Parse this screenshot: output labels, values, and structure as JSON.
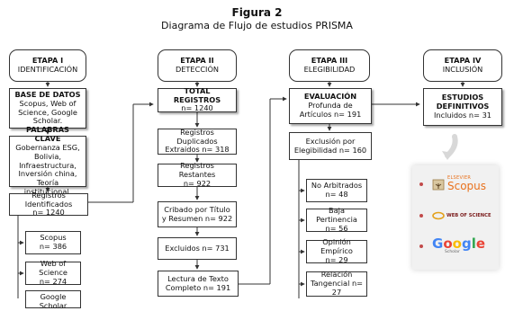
{
  "figure": {
    "label": "Figura 2",
    "title": "Diagrama de Flujo de estudios PRISMA"
  },
  "stages": [
    {
      "name": "ETAPA I",
      "sub": "IDENTIFICACIÓN"
    },
    {
      "name": "ETAPA II",
      "sub": "DETECCIÓN"
    },
    {
      "name": "ETAPA III",
      "sub": "ELEGIBILIDAD"
    },
    {
      "name": "ETAPA IV",
      "sub": "INCLUSIÓN"
    }
  ],
  "col1": {
    "databases": {
      "title": "BASE DE DATOS",
      "text": "Scopus, Web of Science, Google Scholar."
    },
    "keywords": {
      "title": "PALABRAS CLAVE",
      "text": "Gobernanza ESG, Bolivia, Infraestructura, Inversión china, Teoría institucional."
    },
    "identified": {
      "line1": "Registros Identificados",
      "line2": "n= 1240"
    },
    "sources": [
      {
        "name": "Scopus",
        "n": "n= 386"
      },
      {
        "name": "Web of Science",
        "n": "n= 274"
      },
      {
        "name": "Google Scholar",
        "n": ""
      }
    ]
  },
  "col2": {
    "total": {
      "title": "TOTAL REGISTROS",
      "n": "n= 1240"
    },
    "duplicates": {
      "line1": "Registros Duplicados",
      "line2": "Extraidos n= 318"
    },
    "remaining": {
      "line1": "Registros Restantes",
      "line2": "n= 922"
    },
    "screening": {
      "line1": "Cribado por Título",
      "line2": "y Resumen n= 922"
    },
    "excluded": {
      "line1": "Excluidos n= 731"
    },
    "fulltext": {
      "line1": "Lectura de Texto",
      "line2": "Completo n= 191"
    }
  },
  "col3": {
    "evaluation": {
      "title": "EVALUACIÓN",
      "line1": "Profunda de",
      "line2": "Artículos n= 191"
    },
    "exclusion": {
      "line1": "Exclusión por",
      "line2": "Elegibilidad n= 160"
    },
    "reasons": [
      {
        "name": "No Arbitrados",
        "n": "n= 48"
      },
      {
        "name": "Baja Pertinencia",
        "n": "n= 56"
      },
      {
        "name": "Opinión Empírico",
        "n": "n= 29"
      },
      {
        "name": "Relación",
        "n": "Tangencial n= 27"
      }
    ]
  },
  "col4": {
    "final": {
      "title1": "ESTUDIOS",
      "title2": "DEFINITIVOS",
      "n": "Incluidos n= 31"
    },
    "logos": [
      {
        "name": "Scopus",
        "tag": "ELSEVIER"
      },
      {
        "name": "WEB OF SCIENCE"
      },
      {
        "name": "Google",
        "tag": "Scholar"
      }
    ]
  }
}
